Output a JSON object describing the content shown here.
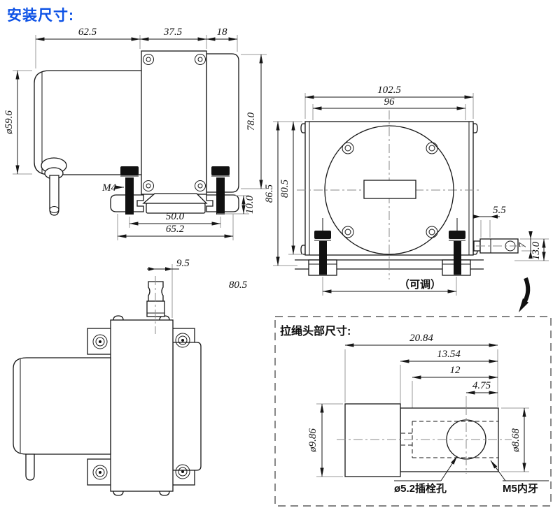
{
  "title": "安装尺寸:",
  "colors": {
    "accent": "#0d52e6",
    "line": "#161616",
    "extension": "#9a9a9a"
  },
  "side_view": {
    "dim_top_left": "62.5",
    "dim_top_mid": "37.5",
    "dim_top_right": "18",
    "dim_body_dia": "ø59.6",
    "dim_height": "78.0",
    "label_thread": "M4",
    "dim_rail_inner": "50.0",
    "dim_rail_outer": "65.2",
    "dim_bracket_h": "10.0"
  },
  "front_view": {
    "dim_outer_w": "102.5",
    "dim_inner_w": "96",
    "dim_outer_h": "86.5",
    "dim_inner_h": "80.5",
    "dim_head_offset": "5.5",
    "dim_head_h": "7",
    "dim_foot_h": "13.0",
    "dim_rail_span": "80.5",
    "dim_rail_note": "（可调）"
  },
  "top_view": {
    "dim_rope_offset": "9.5"
  },
  "detail_view": {
    "label": "拉绳头部尺寸:",
    "dim_len_total": "20.84",
    "dim_len_2": "13.54",
    "dim_len_3": "12",
    "dim_len_4": "4.75",
    "dim_dia_left": "ø9.86",
    "dim_dia_right": "ø8.68",
    "callout_pin_hole": "ø5.2插栓孔",
    "callout_thread": "M5内牙"
  }
}
